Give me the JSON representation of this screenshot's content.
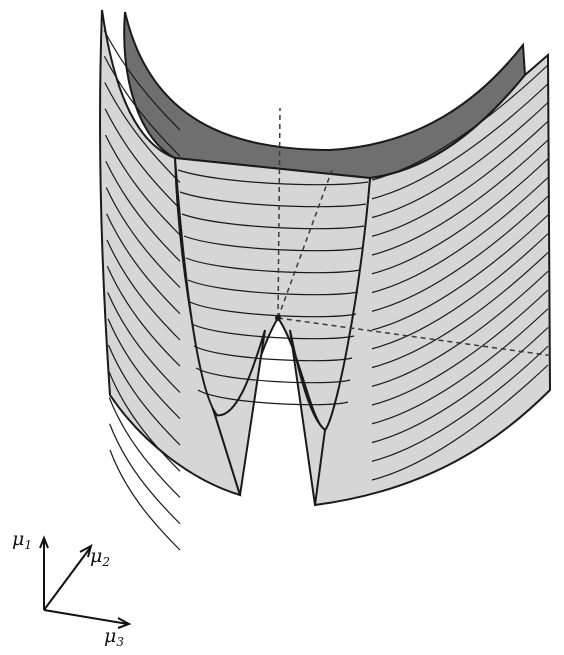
{
  "axes": {
    "mu1": {
      "symbol": "μ",
      "subscript": "1"
    },
    "mu2": {
      "symbol": "μ",
      "subscript": "2"
    },
    "mu3": {
      "symbol": "μ",
      "subscript": "3"
    }
  },
  "colors": {
    "surface_light": "#d6d6d6",
    "surface_dark": "#6f6f6f",
    "outline": "#1a1a1a",
    "dashed_axis": "#3a3a3a"
  }
}
